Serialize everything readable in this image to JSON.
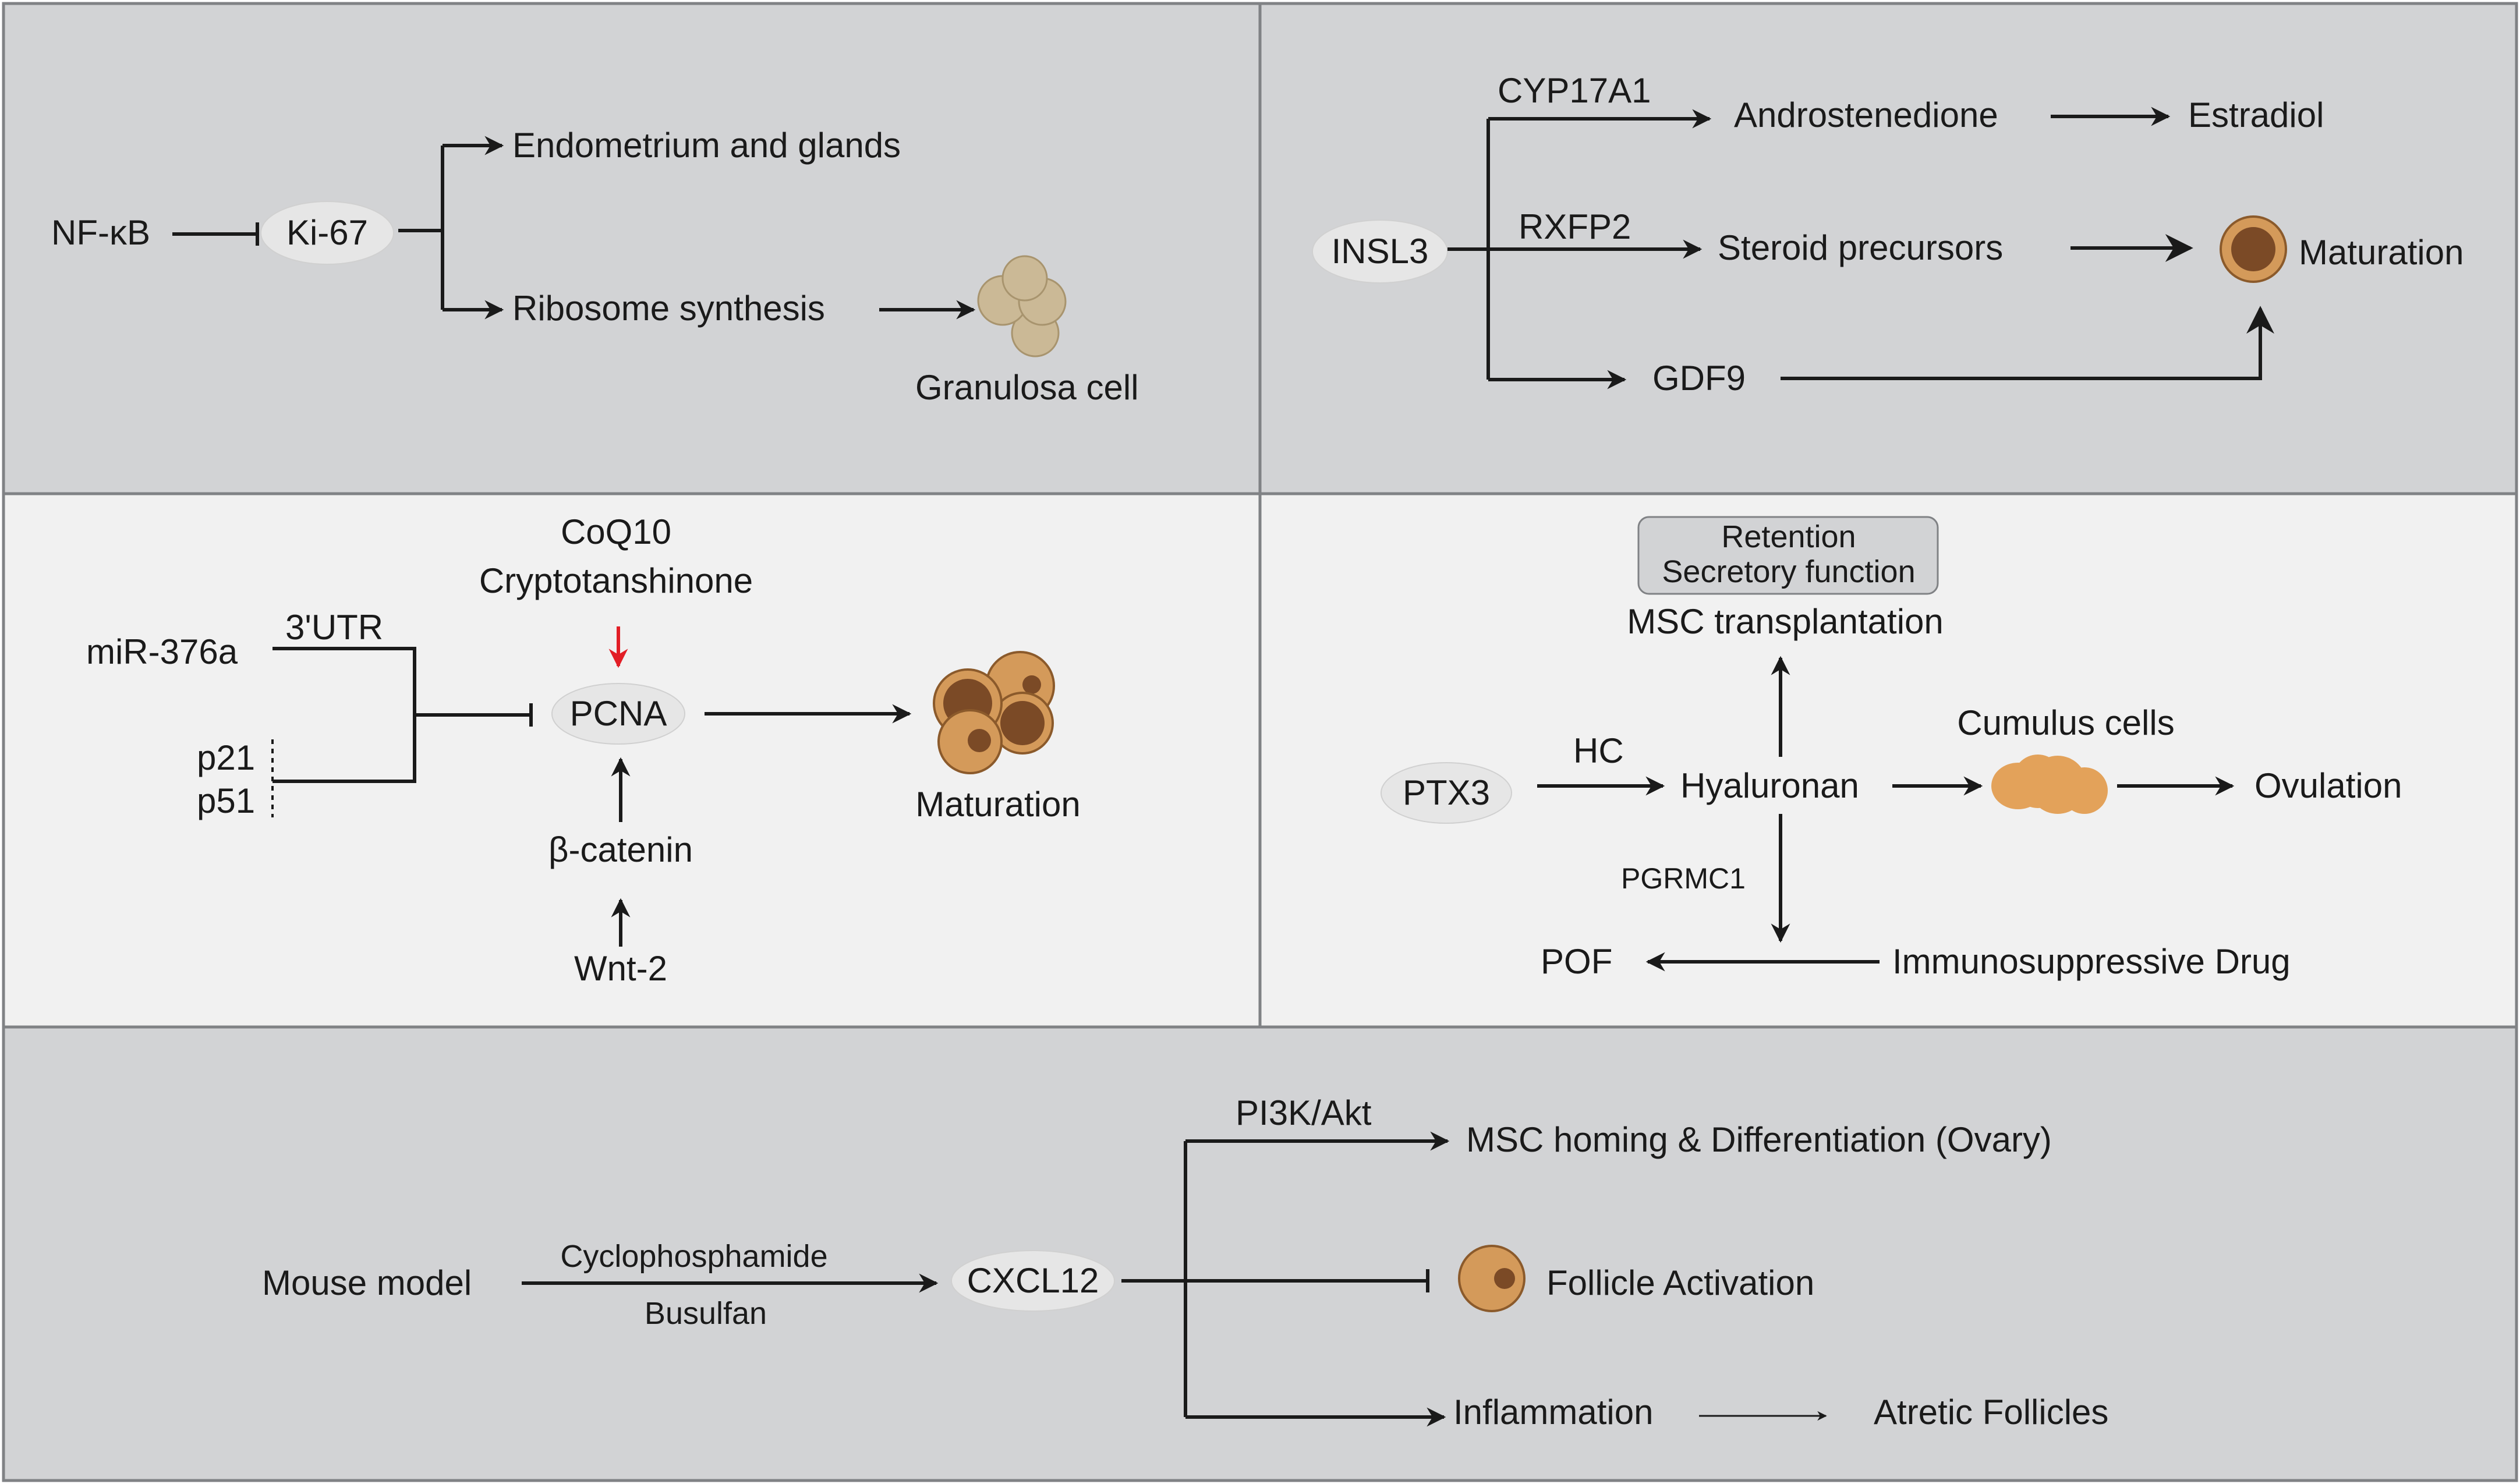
{
  "colors": {
    "panel_dark": "#d2d3d5",
    "panel_light": "#f1f1f1",
    "frame": "#808285",
    "arrow": "#1a1a1a",
    "inhibit_red": "#e21e26",
    "cell_orange": "#d49a5a",
    "cell_nucleus": "#7b4a26",
    "cell_tan": "#cbb996"
  },
  "panels": {
    "p1": {
      "nfkb": "NF-κB",
      "ki67": "Ki-67",
      "endometrium": "Endometrium and glands",
      "ribosome": "Ribosome synthesis",
      "granulosa": "Granulosa cell",
      "icons": [
        "granulosa-cell-cluster-icon"
      ]
    },
    "p2": {
      "insl3": "INSL3",
      "cyp17a1": "CYP17A1",
      "androstenedione": "Androstenedione",
      "estradiol": "Estradiol",
      "rxfp2": "RXFP2",
      "steroid_precursors": "Steroid precursors",
      "maturation": "Maturation",
      "gdf9": "GDF9",
      "icons": [
        "oocyte-icon"
      ]
    },
    "p3": {
      "coq10": "CoQ10",
      "cryptotanshinone": "Cryptotanshinone",
      "mir376a": "miR-376a",
      "utr": "3'UTR",
      "p21": "p21",
      "p51": "p51",
      "pcna": "PCNA",
      "beta_catenin": "β-catenin",
      "wnt2": "Wnt-2",
      "maturation": "Maturation",
      "icons": [
        "maturing-follicle-cluster-icon"
      ]
    },
    "p4": {
      "retention": "Retention",
      "secretory": "Secretory function",
      "msc_transplantation": "MSC transplantation",
      "ptx3": "PTX3",
      "hc": "HC",
      "hyaluronan": "Hyaluronan",
      "cumulus": "Cumulus cells",
      "ovulation": "Ovulation",
      "pgrmc1": "PGRMC1",
      "pof": "POF",
      "immuno": "Immunosuppressive Drug",
      "icons": [
        "cumulus-cells-icon"
      ]
    },
    "p5": {
      "mouse_model": "Mouse model",
      "cyclophosphamide": "Cyclophosphamide",
      "busulfan": "Busulfan",
      "cxcl12": "CXCL12",
      "pi3k": "PI3K/Akt",
      "msc_homing": "MSC homing & Differentiation (Ovary)",
      "follicle_activation": "Follicle Activation",
      "inflammation": "Inflammation",
      "atretic": "Atretic Follicles",
      "icons": [
        "follicle-icon"
      ]
    }
  }
}
